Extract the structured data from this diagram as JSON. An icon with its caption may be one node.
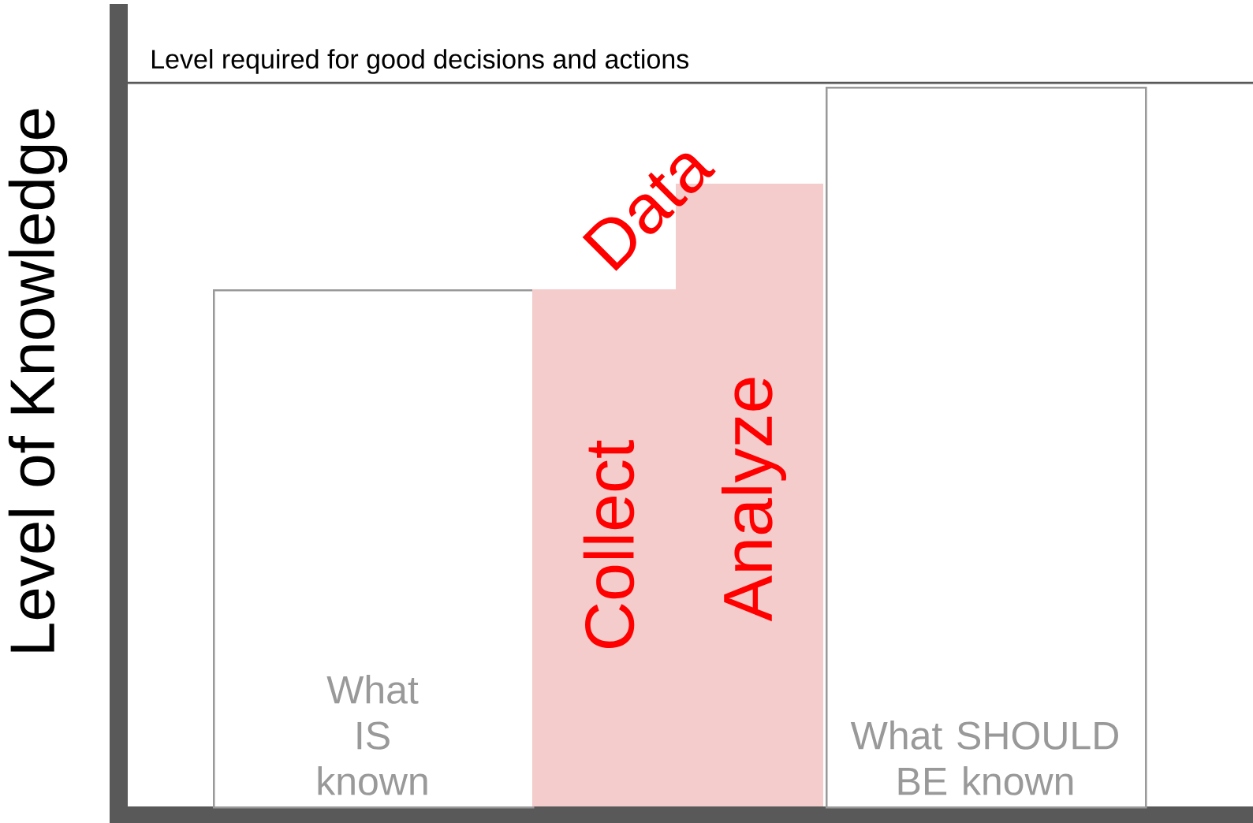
{
  "diagram": {
    "nodes": [
      {
        "text": [
          "What IS known"
        ]
      },
      {
        "text": [
          "Data",
          "Collect",
          "Analyze"
        ]
      },
      {
        "text": [
          "What SHOULD BE known"
        ]
      }
    ],
    "labels": [
      "Level of Knowledge",
      "Level required for good decisions and actions"
    ]
  }
}
